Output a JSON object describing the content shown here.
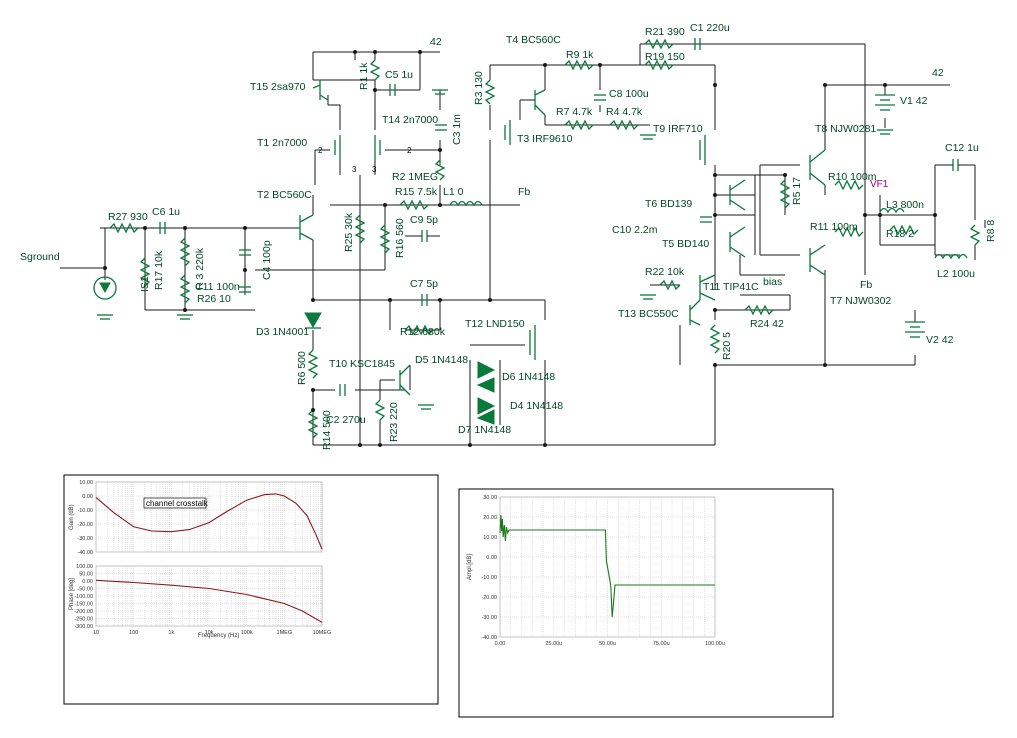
{
  "schematic": {
    "supply_labels": [
      "42",
      "42"
    ],
    "fb_labels": [
      "Fb",
      "Fb"
    ],
    "ground_label": "Sground",
    "vf_label": "VF1",
    "bias_label": "bias",
    "pin_labels": [
      "2",
      "3",
      "2",
      "3"
    ],
    "components": [
      {
        "id": "T15",
        "label": "T15 2sa970"
      },
      {
        "id": "R1",
        "label": "R1 1k"
      },
      {
        "id": "C5",
        "label": "C5 1u"
      },
      {
        "id": "T14",
        "label": "T14 2n7000"
      },
      {
        "id": "T1",
        "label": "T1 2n7000"
      },
      {
        "id": "C3",
        "label": "C3 1m"
      },
      {
        "id": "R2",
        "label": "R2 1MEG"
      },
      {
        "id": "T2",
        "label": "T2 BC560C"
      },
      {
        "id": "R15",
        "label": "R15 7.5k"
      },
      {
        "id": "L1",
        "label": "L1 0"
      },
      {
        "id": "C9",
        "label": "C9 5p"
      },
      {
        "id": "R16",
        "label": "R16 560"
      },
      {
        "id": "R25",
        "label": "R25 30k"
      },
      {
        "id": "R27",
        "label": "R27 930"
      },
      {
        "id": "C6",
        "label": "C6 1u"
      },
      {
        "id": "R3a",
        "label": "R 3 220k"
      },
      {
        "id": "R17",
        "label": "R17 10k"
      },
      {
        "id": "C4",
        "label": "C4 100p"
      },
      {
        "id": "C11",
        "label": "C11 100n"
      },
      {
        "id": "R26",
        "label": "R26 10"
      },
      {
        "id": "IS1",
        "label": "IS1"
      },
      {
        "id": "D3",
        "label": "D3 1N4001"
      },
      {
        "id": "R6",
        "label": "R6 500"
      },
      {
        "id": "T10",
        "label": "T10 KSC1845"
      },
      {
        "id": "C2",
        "label": "C2 270u"
      },
      {
        "id": "R14",
        "label": "R14 500"
      },
      {
        "id": "R23",
        "label": "R23 220"
      },
      {
        "id": "C7",
        "label": "C7 5p"
      },
      {
        "id": "R12",
        "label": "R12 680k"
      },
      {
        "id": "T12",
        "label": "T12 LND150"
      },
      {
        "id": "D5",
        "label": "D5 1N4148"
      },
      {
        "id": "D6",
        "label": "D6 1N4148"
      },
      {
        "id": "D4",
        "label": "D4 1N4148"
      },
      {
        "id": "D7",
        "label": "D7 1N4148"
      },
      {
        "id": "T4",
        "label": "T4 BC560C"
      },
      {
        "id": "R9",
        "label": "R9 1k"
      },
      {
        "id": "R3",
        "label": "R3 130"
      },
      {
        "id": "C8",
        "label": "C8 100u"
      },
      {
        "id": "R7",
        "label": "R7 4.7k"
      },
      {
        "id": "R4",
        "label": "R4 4.7k"
      },
      {
        "id": "T3",
        "label": "T3 IRF9610"
      },
      {
        "id": "T9",
        "label": "T9 IRF710"
      },
      {
        "id": "R21",
        "label": "R21 390"
      },
      {
        "id": "C1",
        "label": "C1 220u"
      },
      {
        "id": "R19",
        "label": "R19 150"
      },
      {
        "id": "V1",
        "label": "V1 42"
      },
      {
        "id": "T8",
        "label": "T8 NJW0281"
      },
      {
        "id": "R5",
        "label": "R5 17"
      },
      {
        "id": "R10",
        "label": "R10 100m"
      },
      {
        "id": "C12",
        "label": "C12 1u"
      },
      {
        "id": "L3",
        "label": "L3 800n"
      },
      {
        "id": "R18",
        "label": "R18 2"
      },
      {
        "id": "R8",
        "label": "R8 8"
      },
      {
        "id": "L2",
        "label": "L2 100u"
      },
      {
        "id": "T6",
        "label": "T6 BD139"
      },
      {
        "id": "C10",
        "label": "C10 2.2m"
      },
      {
        "id": "T5",
        "label": "T5 BD140"
      },
      {
        "id": "R11",
        "label": "R11 100m"
      },
      {
        "id": "R22",
        "label": "R22 10k"
      },
      {
        "id": "T11",
        "label": "T11 TIP41C"
      },
      {
        "id": "T13",
        "label": "T13 BC550C"
      },
      {
        "id": "R24",
        "label": "R24 42"
      },
      {
        "id": "R20",
        "label": "R20 5"
      },
      {
        "id": "T7",
        "label": "T7 NJW0302"
      },
      {
        "id": "V2",
        "label": "V2 42"
      }
    ]
  },
  "chart_data": [
    {
      "type": "line",
      "panel": "bode-gain",
      "legend": "channel crosstalk",
      "ylabel": "Gain (dB)",
      "xscale": "log",
      "xlim": [
        10,
        10000000
      ],
      "ylim": [
        -40,
        10
      ],
      "yticks": [
        "10.00",
        "0.00",
        "-10.00",
        "-20.00",
        "-30.00",
        "-40.00"
      ],
      "series": [
        {
          "color": "#8b1a1a",
          "x": [
            10,
            30,
            100,
            300,
            1000,
            3000,
            10000,
            30000,
            100000,
            300000,
            600000,
            1000000,
            2000000,
            4000000,
            7000000,
            10000000
          ],
          "y": [
            -1,
            -12,
            -22,
            -25,
            -25.5,
            -24,
            -19,
            -11,
            -3,
            1,
            1.5,
            0,
            -5,
            -14,
            -28,
            -38
          ]
        }
      ]
    },
    {
      "type": "line",
      "panel": "bode-phase",
      "ylabel": "Phase [deg]",
      "xlabel": "Frequency (Hz)",
      "xscale": "log",
      "xlim": [
        10,
        10000000
      ],
      "ylim": [
        -300,
        100
      ],
      "xticks": [
        "10",
        "100",
        "1k",
        "10k",
        "100k",
        "1MEG",
        "10MEG"
      ],
      "yticks": [
        "100.00",
        "50.00",
        "0.00",
        "-50.00",
        "-100.00",
        "-150.00",
        "-200.00",
        "-250.00",
        "-300.00"
      ],
      "series": [
        {
          "color": "#8b1a1a",
          "x": [
            10,
            100,
            1000,
            10000,
            100000,
            1000000,
            3000000,
            10000000
          ],
          "y": [
            5,
            -10,
            -28,
            -50,
            -90,
            -150,
            -200,
            -275
          ]
        }
      ]
    },
    {
      "type": "line",
      "panel": "transient",
      "ylabel": "Ampl.[dB]",
      "xlim": [
        0,
        100
      ],
      "ylim": [
        -40,
        30
      ],
      "xticks": [
        "0.00",
        "25.00u",
        "50.00u",
        "75.00u",
        "100.00u"
      ],
      "yticks": [
        "30.00",
        "20.00",
        "10.00",
        "0.00",
        "-10.00",
        "-20.00",
        "-30.00",
        "-40.00"
      ],
      "series": [
        {
          "color": "#1a7a1a",
          "x": [
            0,
            0.4,
            0.8,
            1.1,
            1.5,
            2.0,
            2.5,
            3.0,
            3.6,
            4.2,
            5,
            10,
            30,
            49,
            49.5,
            50.5,
            51.5,
            52.2,
            53.0,
            53.5,
            54,
            60,
            80,
            100
          ],
          "y": [
            12,
            21,
            13,
            19,
            10,
            16,
            8,
            15,
            12,
            13.5,
            13.5,
            13.5,
            13.5,
            13.5,
            -2,
            -8,
            -14,
            -30,
            -20,
            -14,
            -14,
            -14,
            -14,
            -14
          ]
        }
      ]
    }
  ]
}
